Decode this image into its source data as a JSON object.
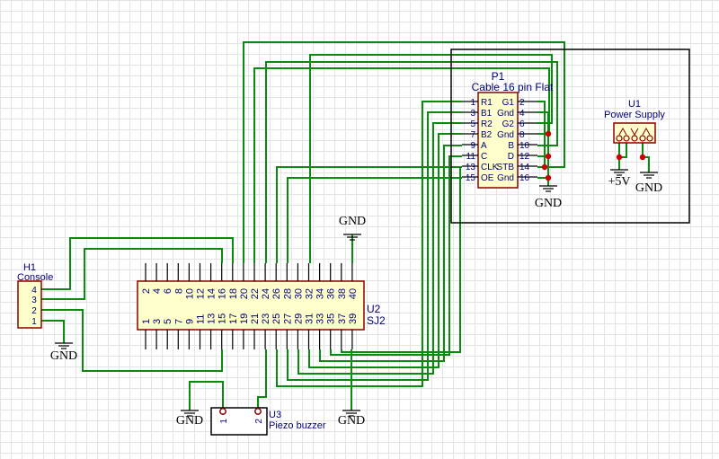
{
  "colors": {
    "wire": "#0b8a12",
    "body_fill": "#ffffcc",
    "body_stroke": "#8b0000",
    "label": "#00007a",
    "junction": "#cc0000"
  },
  "h1": {
    "ref": "H1",
    "name": "Console",
    "pins": [
      "4",
      "3",
      "2",
      "1"
    ]
  },
  "p1": {
    "ref": "P1",
    "name": "Cable 16 pin Flat",
    "left_numbers": [
      "1",
      "3",
      "5",
      "7",
      "9",
      "11",
      "13",
      "15"
    ],
    "left_names": [
      "R1",
      "B1",
      "R2",
      "B2",
      "A",
      "C",
      "CLK",
      "OE"
    ],
    "right_names": [
      "G1",
      "Gnd",
      "G2",
      "Gnd",
      "B",
      "D",
      "STB",
      "Gnd"
    ],
    "right_numbers": [
      "2",
      "4",
      "6",
      "8",
      "10",
      "12",
      "14",
      "16"
    ]
  },
  "u1": {
    "ref": "U1",
    "name": "Power Supply",
    "label_5v": "+5V"
  },
  "u2": {
    "ref": "U2",
    "name": "SJ2",
    "top_pins": [
      "2",
      "4",
      "6",
      "8",
      "10",
      "12",
      "14",
      "16",
      "18",
      "20",
      "22",
      "24",
      "26",
      "28",
      "30",
      "32",
      "34",
      "36",
      "38",
      "40"
    ],
    "bottom_pins": [
      "1",
      "3",
      "5",
      "7",
      "9",
      "11",
      "13",
      "15",
      "17",
      "19",
      "21",
      "23",
      "25",
      "27",
      "29",
      "31",
      "33",
      "35",
      "37",
      "39"
    ]
  },
  "u3": {
    "ref": "U3",
    "name": "Piezo buzzer",
    "pins": [
      "1",
      "2"
    ]
  },
  "gnd_label": "GND"
}
